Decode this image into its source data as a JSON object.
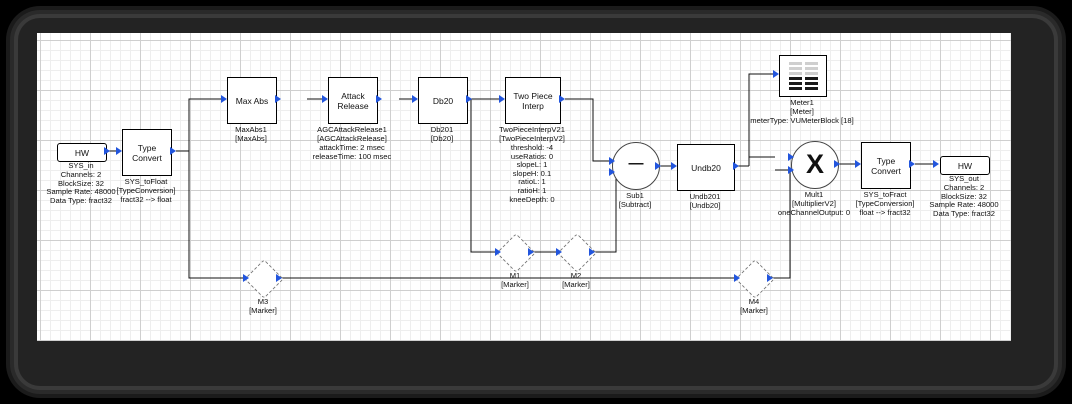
{
  "canvas": {
    "grid": true,
    "bg": "#ffffff",
    "grid_color": "#eeeeee",
    "major_grid_color": "#cfcfcf"
  },
  "diagram": {
    "title": "AGC signal flow block diagram",
    "accent_port_color": "#2255dd"
  },
  "nodes": {
    "hw_in": {
      "glyph": "HW",
      "name": "SYS_in",
      "meta": "Channels: 2\nBlockSize: 32\nSample Rate: 48000\nData Type: fract32"
    },
    "type_convert_in": {
      "title_l1": "Type",
      "title_l2": "Convert",
      "name": "SYS_toFloat",
      "type": "[TypeConversion]",
      "meta": "fract32 --> float"
    },
    "max_abs": {
      "title_l1": "Max Abs",
      "title_l2": "",
      "name": "MaxAbs1",
      "type": "[MaxAbs]",
      "meta": ""
    },
    "attack_release": {
      "title_l1": "Attack",
      "title_l2": "Release",
      "name": "AGCAttackRelease1",
      "type": "[AGCAttackRelease]",
      "meta": "attackTime: 2 msec\nreleaseTime: 100 msec"
    },
    "db20": {
      "title_l1": "Db20",
      "title_l2": "",
      "name": "Db201",
      "type": "[Db20]",
      "meta": ""
    },
    "two_piece_interp": {
      "title_l1": "Two Piece",
      "title_l2": "Interp",
      "name": "TwoPieceInterpV21",
      "type": "[TwoPieceInterpV2]",
      "meta": "threshold: -4\nuseRatios: 0\nslopeL: 1\nslopeH: 0.1\nratioL: 1\nratioH: 1\nkneeDepth: 0"
    },
    "sub1": {
      "glyph": "—",
      "name": "Sub1",
      "type": "[Subtract]"
    },
    "undb20": {
      "title_l1": "Undb20",
      "title_l2": "",
      "name": "Undb201",
      "type": "[Undb20]",
      "meta": ""
    },
    "meter1": {
      "name": "Meter1",
      "type": "[Meter]",
      "meta": "meterType: VUMeterBlock [18]"
    },
    "mult1": {
      "glyph": "X",
      "name": "Mult1",
      "type": "[MultiplierV2]",
      "meta": "oneChannelOutput: 0"
    },
    "type_convert_out": {
      "title_l1": "Type",
      "title_l2": "Convert",
      "name": "SYS_toFract",
      "type": "[TypeConversion]",
      "meta": "float --> fract32"
    },
    "hw_out": {
      "glyph": "HW",
      "name": "SYS_out",
      "meta": "Channels: 2\nBlockSize: 32\nSample Rate: 48000\nData Type: fract32"
    },
    "m1": {
      "name": "M1",
      "type": "[Marker]"
    },
    "m2": {
      "name": "M2",
      "type": "[Marker]"
    },
    "m3": {
      "name": "M3",
      "type": "[Marker]"
    },
    "m4": {
      "name": "M4",
      "type": "[Marker]"
    }
  }
}
